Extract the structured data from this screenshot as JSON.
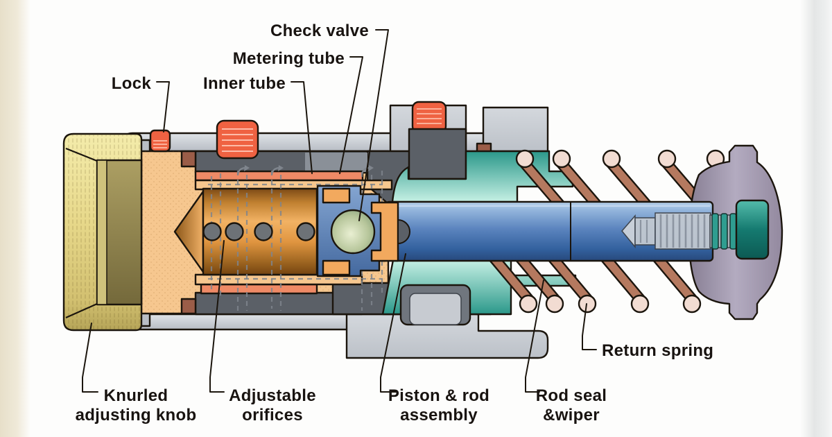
{
  "figure": {
    "type": "cutaway-cross-section-diagram"
  },
  "labels": {
    "check_valve": "Check valve",
    "metering_tube": "Metering tube",
    "inner_tube": "Inner tube",
    "lock": "Lock",
    "knurled_knob_line1": "Knurled",
    "knurled_knob_line2": "adjusting knob",
    "adjustable_orifices_line1": "Adjustable",
    "adjustable_orifices_line2": "orifices",
    "piston_rod_line1": "Piston & rod",
    "piston_rod_line2": "assembly",
    "rod_seal_line1": "Rod seal",
    "rod_seal_line2": "&wiper",
    "return_spring": "Return spring"
  },
  "colors": {
    "outline": "#1b150d",
    "label_text": "#181310",
    "body_gray": "#c7cbd1",
    "body_gray_dark": "#5b6067",
    "body_gray_mid": "#8a9098",
    "knob_yellow": "#e9db8c",
    "knob_olive": "#9c8e55",
    "screw_peach": "#f6c78f",
    "metering_salmon": "#ef8a66",
    "lock_red": "#ef6242",
    "brick_brown": "#9b5d48",
    "copper": "#e09540",
    "orifice_gray": "#6d7277",
    "valve_blue": "#5b7fb4",
    "valve_seat_orange": "#f2a95e",
    "ball_green": "#a9bd92",
    "rod_blue": "#5c85bf",
    "rod_thread_gray": "#c2c9d1",
    "seal_teal": "#2fa392",
    "spring_brown": "#b5795f",
    "spring_pink": "#f2dcd2",
    "endcap_purple": "#9a92a6",
    "nut_teal": "#157a70",
    "background": "#fdfdfc"
  }
}
